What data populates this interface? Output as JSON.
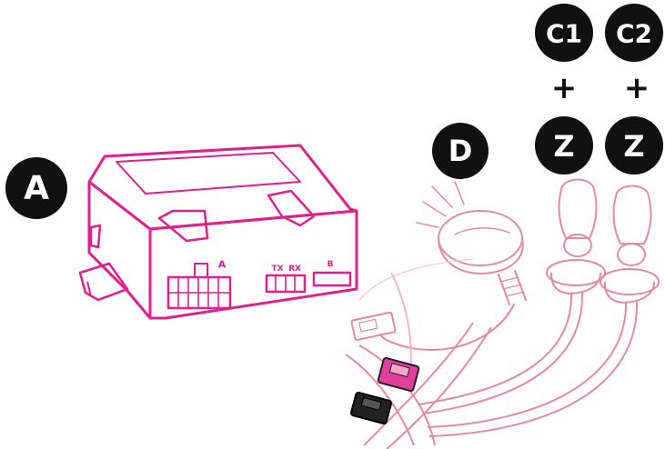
{
  "labels": {
    "a": "A",
    "d": "D",
    "c1": "C1",
    "c2": "C2",
    "z1": "Z",
    "z2": "Z",
    "plus1": "+",
    "plus2": "+"
  },
  "connector_labels": {
    "a": "A",
    "tx": "TX",
    "rx": "RX",
    "b": "B"
  },
  "colors": {
    "module": "#e0208c",
    "sensor_sketch": "#e58aa3",
    "badge": "#111111",
    "badge_text": "#ffffff",
    "connector_pink": "#e0409a",
    "connector_black": "#222222"
  }
}
